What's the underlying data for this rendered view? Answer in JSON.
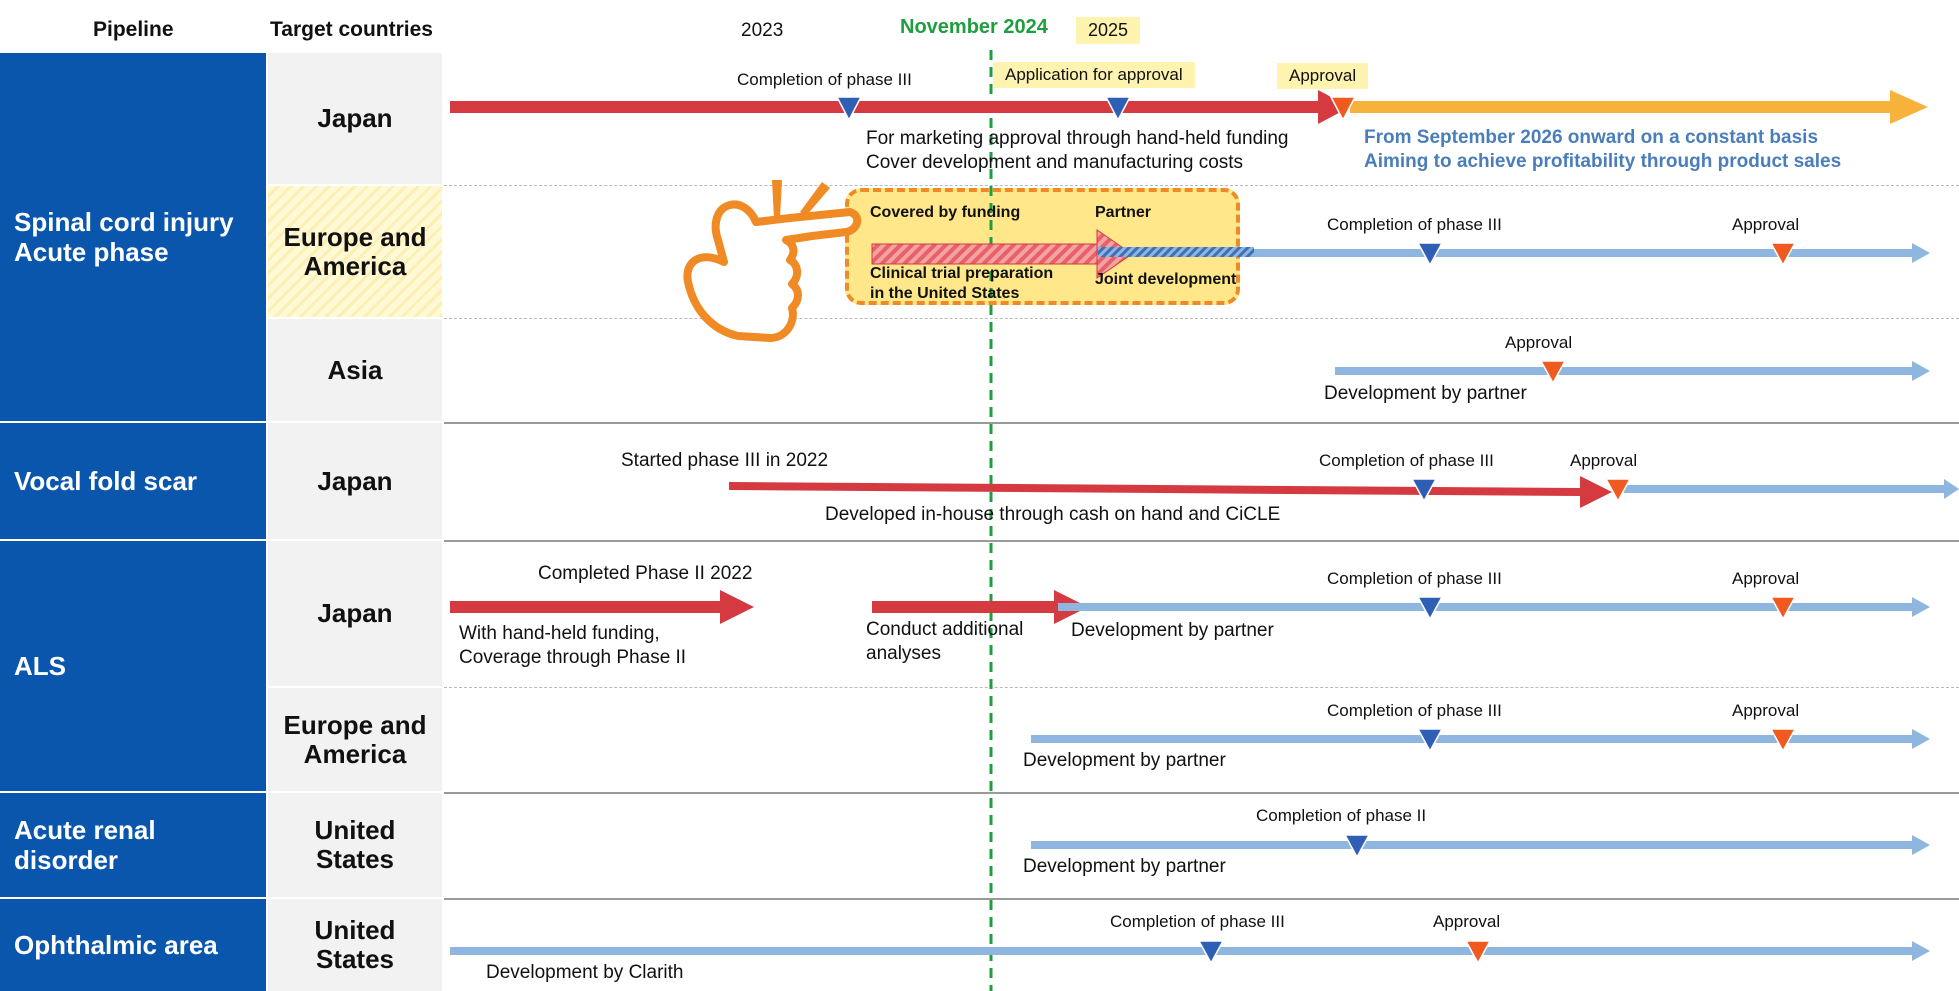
{
  "header": {
    "pipeline": "Pipeline",
    "target_countries": "Target countries",
    "year_2023": "2023",
    "current_date": "November 2024",
    "year_2025": "2025"
  },
  "pipelines": [
    {
      "name": "Spinal cord injury\nAcute phase",
      "countries": [
        "Japan",
        "Europe and\nAmerica",
        "Asia"
      ]
    },
    {
      "name": "Vocal fold scar",
      "countries": [
        "Japan"
      ]
    },
    {
      "name": "ALS",
      "countries": [
        "Japan",
        "Europe and\nAmerica"
      ]
    },
    {
      "name": "Acute renal\ndisorder",
      "countries": [
        "United\nStates"
      ]
    },
    {
      "name": "Ophthalmic area",
      "countries": [
        "United\nStates"
      ]
    }
  ],
  "sci_japan": {
    "milestone_phase3": "Completion of phase III",
    "milestone_application": "Application for approval",
    "milestone_approval": "Approval",
    "note_line1": "For marketing approval through hand-held funding",
    "note_line2": "Cover development and manufacturing costs",
    "outlook_line1": "From September 2026 onward on a constant basis",
    "outlook_line2": "Aiming to achieve profitability through product sales"
  },
  "sci_eu_am": {
    "callout_funding": "Covered by funding",
    "callout_prep_line1": "Clinical trial preparation",
    "callout_prep_line2": "in the United States",
    "callout_partner": "Partner",
    "callout_joint": "Joint development",
    "milestone_phase3": "Completion of phase III",
    "milestone_approval": "Approval"
  },
  "sci_asia": {
    "milestone_approval": "Approval",
    "note": "Development by partner"
  },
  "vocal_japan": {
    "start_note": "Started phase III in 2022",
    "milestone_phase3": "Completion of phase III",
    "milestone_approval": "Approval",
    "note": "Developed in-house through cash on hand and CiCLE"
  },
  "als_japan": {
    "completed_note": "Completed Phase II 2022",
    "funding_line1": "With hand-held funding,",
    "funding_line2": "Coverage through Phase II",
    "analysis_line1": "Conduct additional",
    "analysis_line2": "analyses",
    "partner_note": "Development by partner",
    "milestone_phase3": "Completion of phase III",
    "milestone_approval": "Approval"
  },
  "als_eu_am": {
    "milestone_phase3": "Completion of phase III",
    "milestone_approval": "Approval",
    "note": "Development by partner"
  },
  "renal_us": {
    "milestone_phase2": "Completion of phase II",
    "note": "Development by partner"
  },
  "ophthalmic_us": {
    "milestone_phase3": "Completion of phase III",
    "milestone_approval": "Approval",
    "note": "Development by Clarith"
  },
  "colors": {
    "pipeline_blue": "#0a56ad",
    "inhouse_red": "#d43a3f",
    "partner_blue": "#8fb6df",
    "outlook_orange": "#f7b23b",
    "milestone_blue": "#2f5fb5",
    "milestone_orange": "#f05a1e",
    "current_line_green": "#1e9e3e",
    "callout_orange": "#f08a24"
  },
  "icons": {
    "pointing_hand": "pointing-hand-icon",
    "sparkle": "sparkle-icon"
  }
}
